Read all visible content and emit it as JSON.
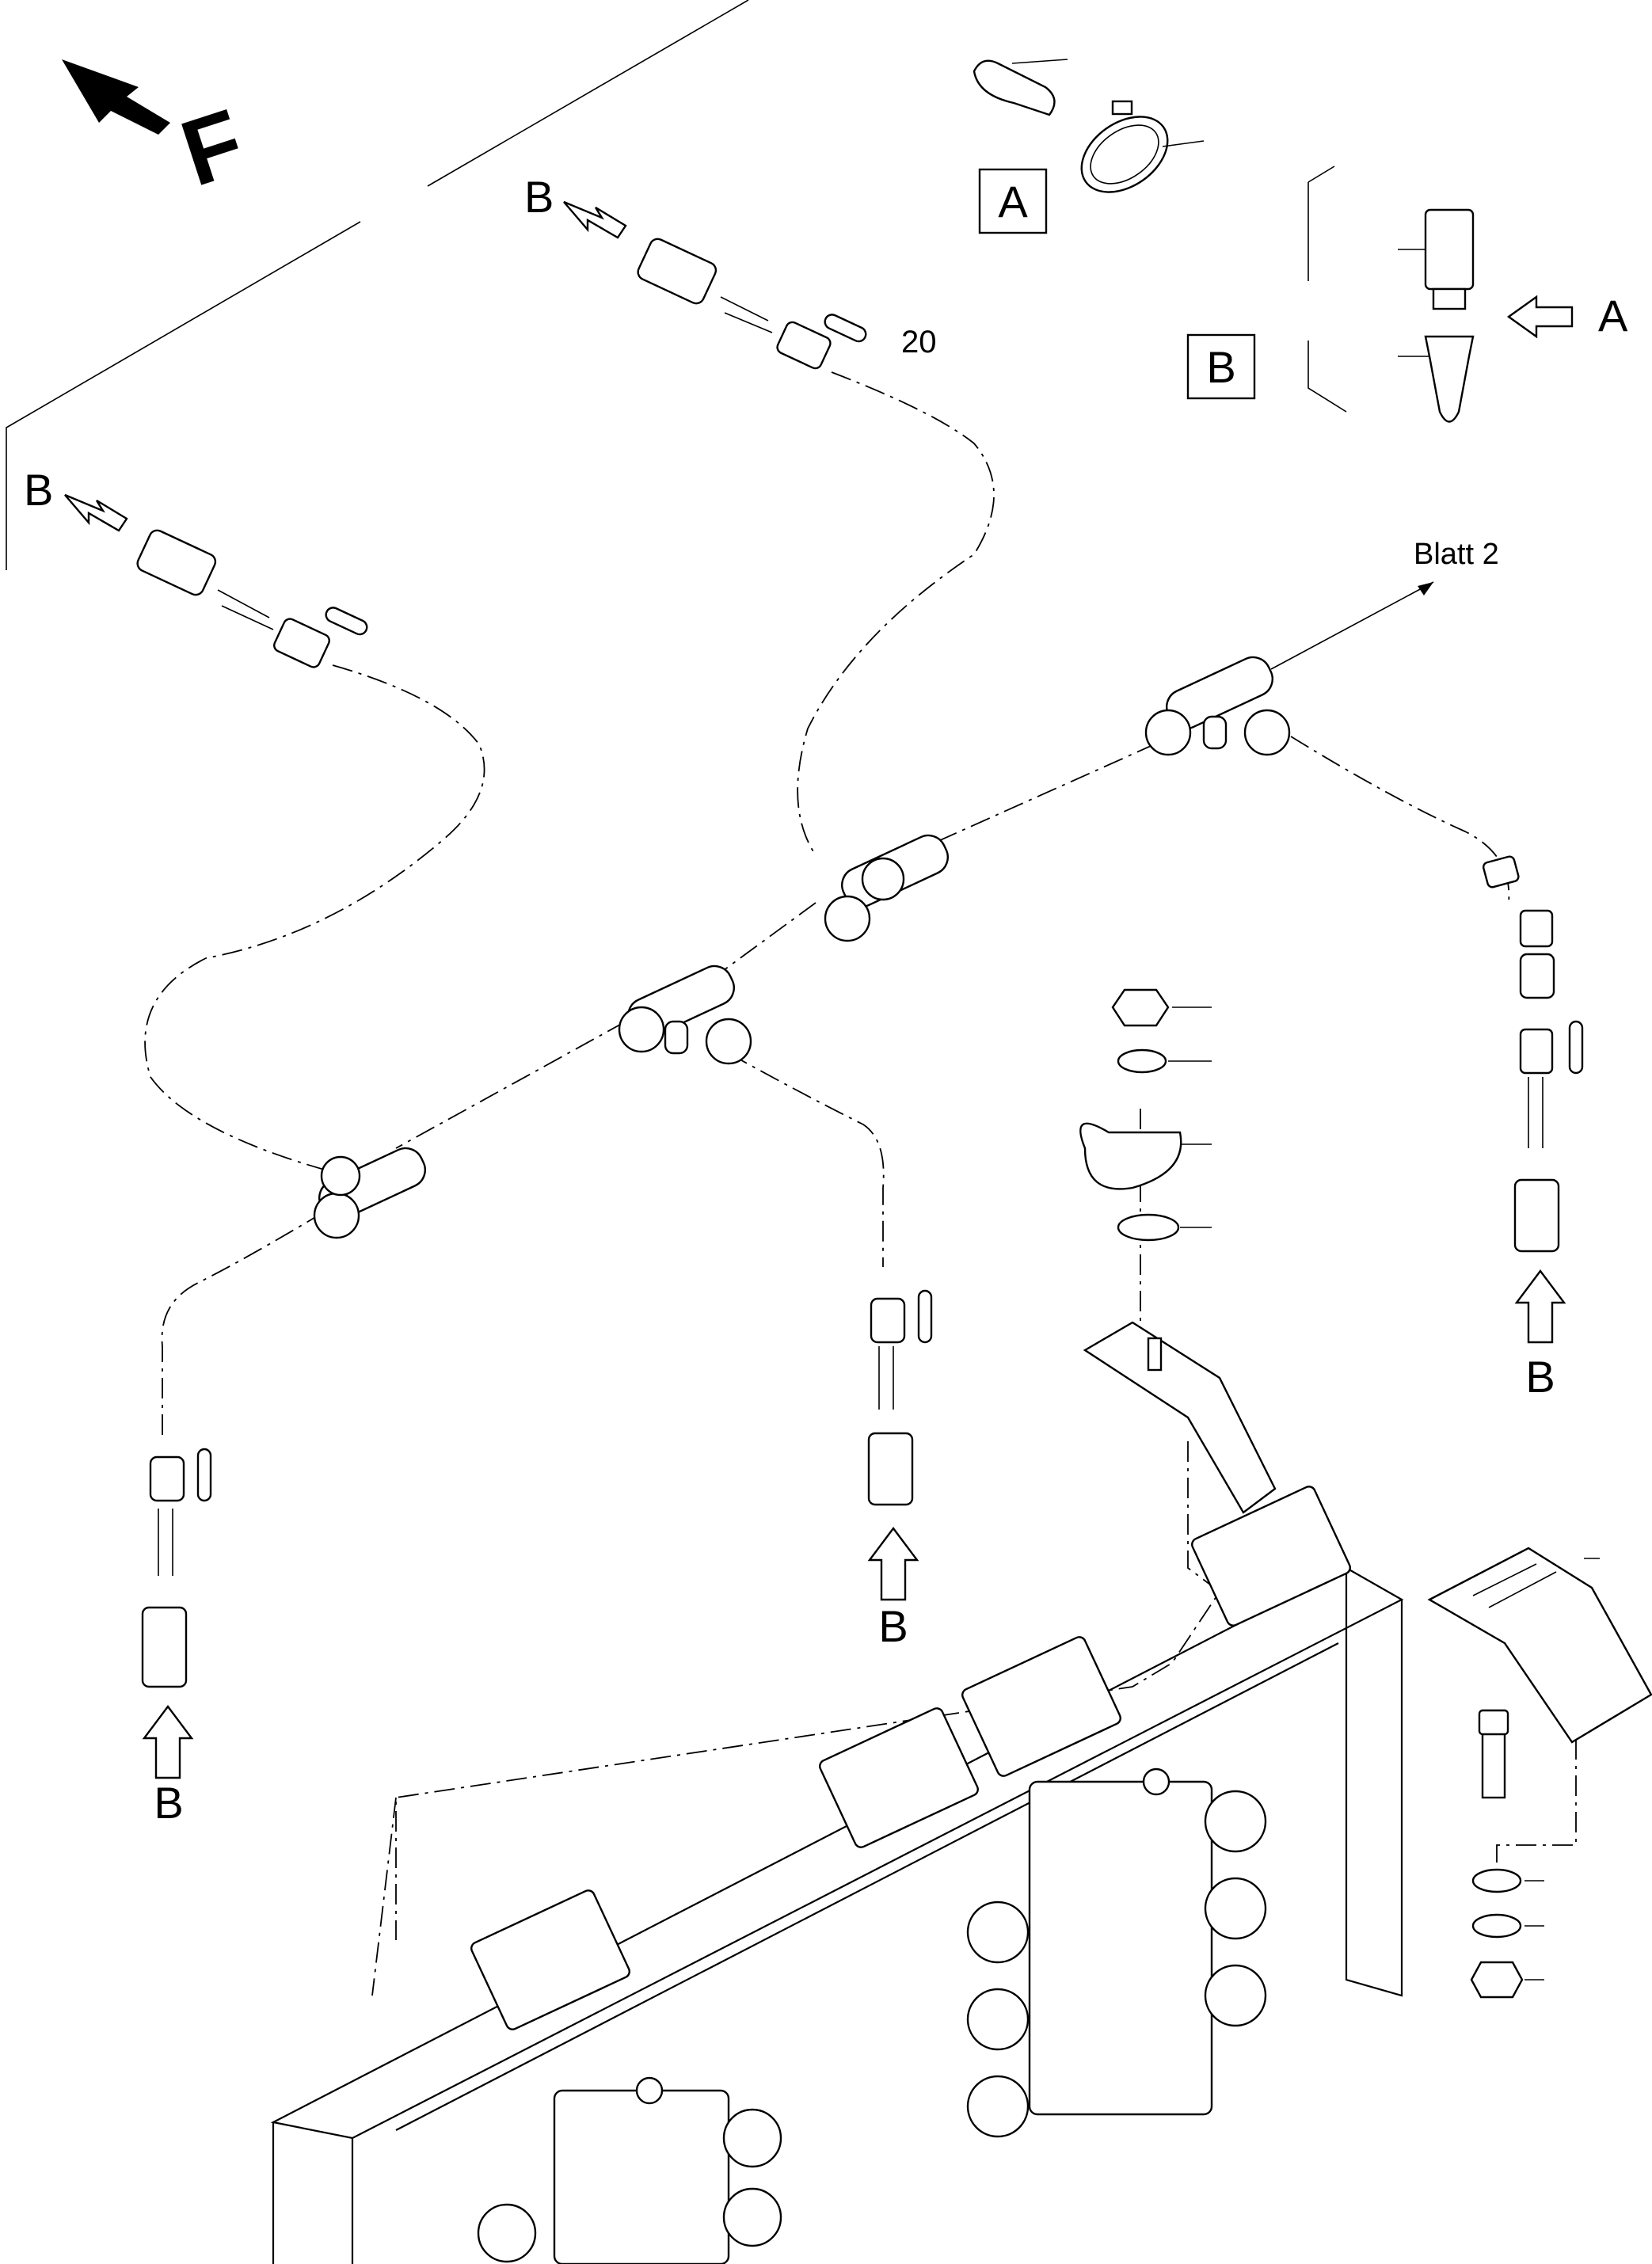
{
  "direction": {
    "letter": "F"
  },
  "detail_labels": {
    "a": "A",
    "b": "B"
  },
  "refs": {
    "part_20": "20",
    "blatt_2": "Blatt 2"
  },
  "colors": {
    "line": "#000000",
    "background": "#ffffff"
  }
}
